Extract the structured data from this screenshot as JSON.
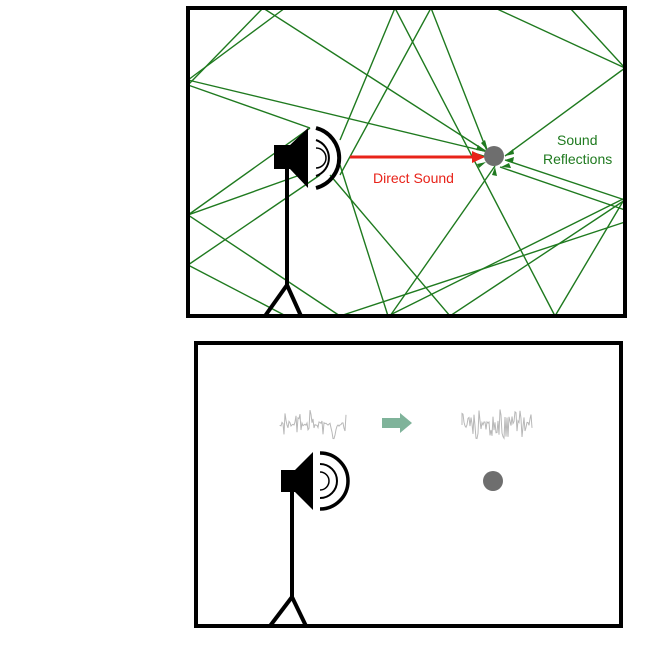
{
  "panel_top": {
    "direct_label": "Direct Sound",
    "reflections_label_line1": "Sound",
    "reflections_label_line2": "Reflections",
    "colors": {
      "reflection": "#1f7a1f",
      "direct": "#e8231a",
      "listener": "#6e6e6e",
      "reflections_text": "#1f7a1f"
    }
  },
  "panel_bottom": {
    "colors": {
      "arrow": "#7fb39a",
      "listener": "#6e6e6e",
      "waveform": "#b8b8b8"
    }
  },
  "icons": [
    "speaker-icon",
    "sound-wave-icon",
    "tripod-stand-icon",
    "listener-dot-icon",
    "waveform-icon",
    "right-arrow-icon"
  ]
}
